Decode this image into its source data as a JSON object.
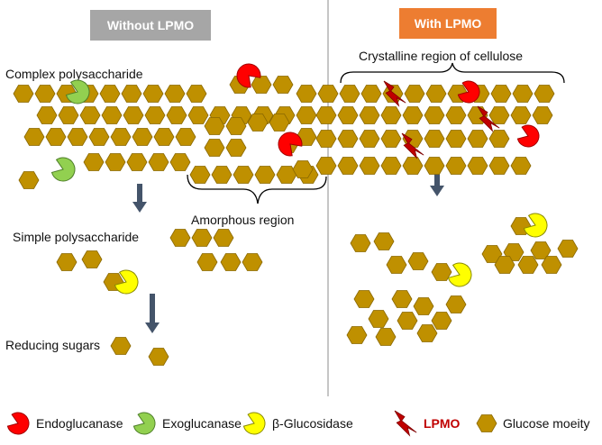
{
  "headers": {
    "left": "Without LPMO",
    "right": "With LPMO",
    "left_color": "#a6a6a6",
    "right_color": "#ed7d31"
  },
  "labels": {
    "complex": "Complex polysaccharide",
    "crystalline": "Crystalline region of cellulose",
    "amorphous": "Amorphous region",
    "simple": "Simple polysaccharide",
    "reducing": "Reducing sugars"
  },
  "legend": [
    {
      "icon": "endoglucanase-icon",
      "label": "Endoglucanase",
      "color": "#ff0000"
    },
    {
      "icon": "exoglucanase-icon",
      "label": "Exoglucanase",
      "color": "#92d050"
    },
    {
      "icon": "beta-glucosidase-icon",
      "label": "β-Glucosidase",
      "color": "#ffff00"
    },
    {
      "icon": "lpmo-icon",
      "label": "LPMO",
      "color": "#c00000"
    },
    {
      "icon": "glucose-moiety-icon",
      "label": "Glucose moeity",
      "color": "#bf9000"
    }
  ],
  "colors": {
    "hexagon_fill": "#bf9000",
    "hexagon_stroke": "#8a6800",
    "arrow": "#44546a",
    "divider": "#a0a0a0"
  }
}
